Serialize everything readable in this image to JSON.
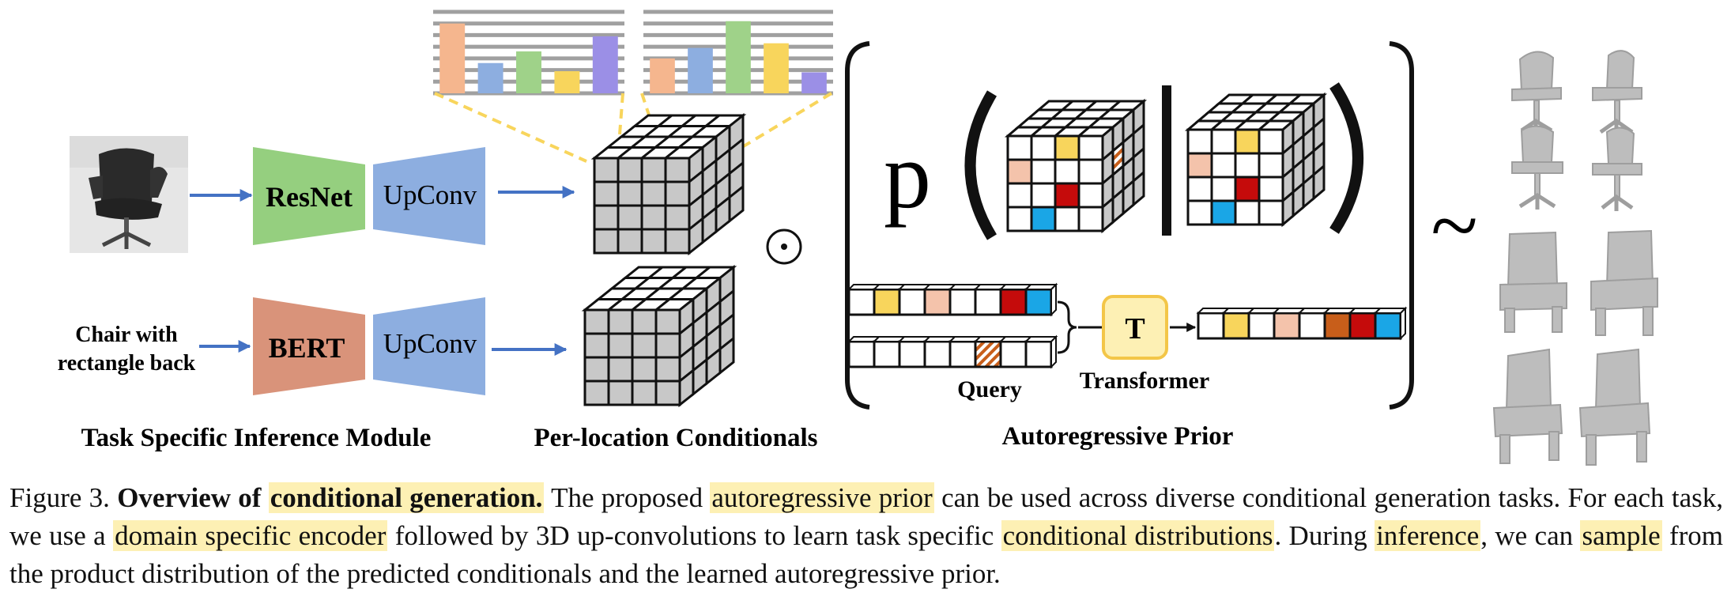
{
  "figure": {
    "module_labels": {
      "inference": "Task Specific Inference Module",
      "conditionals": "Per-location Conditionals",
      "prior": "Autoregressive Prior"
    },
    "blocks": {
      "resnet": "ResNet",
      "upconv_top": "UpConv",
      "bert": "BERT",
      "upconv_bottom": "UpConv",
      "transformer_box": "T"
    },
    "text_input_lines": [
      "Chair with",
      "rectangle back"
    ],
    "query_label": "Query",
    "transformer_label": "Transformer",
    "symbols": {
      "product": "⊙",
      "prob": "p",
      "tilde": "~"
    },
    "colors": {
      "resnet": "#95cf7f",
      "upconv": "#8daee0",
      "bert": "#d9937a",
      "highlight": "#fdf0b4",
      "yellow_cell": "#f8d55c",
      "pink_cell": "#f4c3ab",
      "red_cell": "#c50b0b",
      "blue_cell": "#1aa6e6",
      "orange_cell": "#c85e1a",
      "cube_gray": "#c8c8c8"
    }
  },
  "chart_data": [
    {
      "type": "bar",
      "categories": [
        "",
        "",
        "",
        "",
        ""
      ],
      "values": [
        6,
        2.6,
        3.6,
        1.9,
        4.9
      ],
      "colors": [
        "#f5b68e",
        "#8daee0",
        "#9fd289",
        "#f8d55c",
        "#9b8fe6"
      ],
      "ylim": [
        0,
        7
      ],
      "grid": true
    },
    {
      "type": "bar",
      "categories": [
        "",
        "",
        "",
        "",
        ""
      ],
      "values": [
        3.0,
        3.9,
        6.2,
        4.3,
        1.8
      ],
      "colors": [
        "#f5b68e",
        "#8daee0",
        "#9fd289",
        "#f8d55c",
        "#9b8fe6"
      ],
      "ylim": [
        0,
        7
      ],
      "grid": true
    }
  ],
  "caption": {
    "prefix": "Figure 3. ",
    "title_a": "Overview of ",
    "title_b": "conditional generation.",
    "s1": " The proposed ",
    "h1": "autoregressive prior",
    "s2": " can be used across diverse conditional generation tasks. For each task, we use a ",
    "h2": "domain specific encoder",
    "s3": " followed by 3D up-convolutions to learn task specific ",
    "h3": "conditional distributions",
    "s4": ". During ",
    "h4": "inference",
    "s5": ", we can ",
    "h5": "sample",
    "s6": " from the product distribution of the predicted conditionals and the learned autoregressive prior."
  }
}
